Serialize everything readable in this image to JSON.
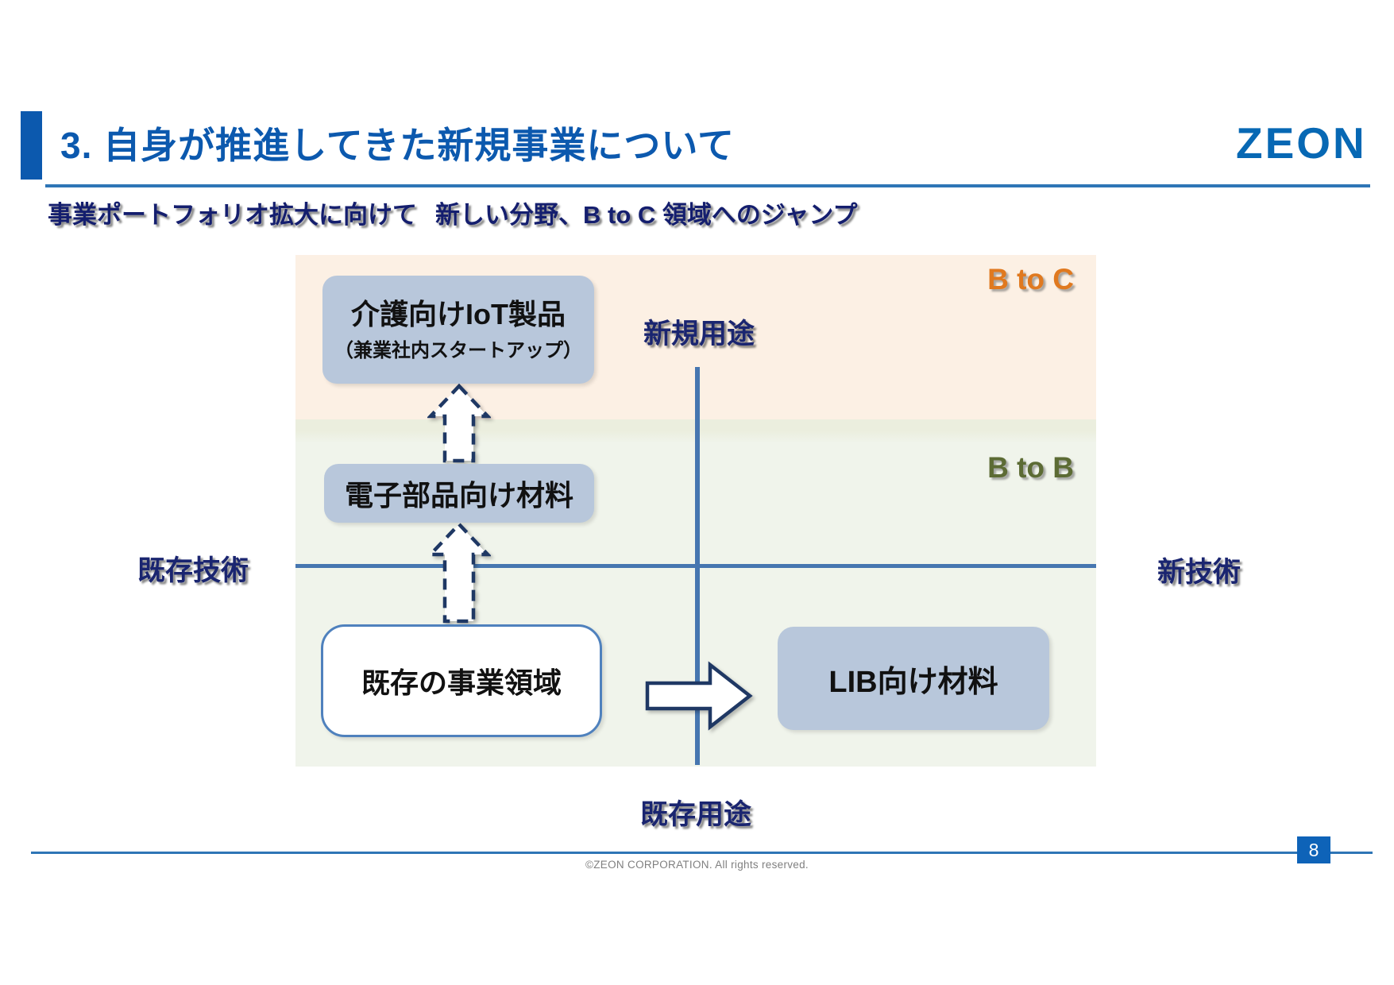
{
  "header": {
    "title": "3. 自身が推進してきた新規事業について",
    "logo": "ZEON"
  },
  "subtitles": {
    "left": "事業ポートフォリオ拡大に向けて",
    "right": "新しい分野、B to C 領域へのジャンプ"
  },
  "matrix": {
    "regions": {
      "btoc_label": "B to C",
      "btob_label": "B to B"
    },
    "axes": {
      "top_label": "新規用途",
      "bottom_label": "既存用途",
      "left_label": "既存技術",
      "right_label": "新技術"
    },
    "boxes": {
      "iot_line1": "介護向けIoT製品",
      "iot_line2": "（兼業社内スタートアップ）",
      "electronics": "電子部品向け材料",
      "existing": "既存の事業領域",
      "lib": "LIB向け材料"
    }
  },
  "footer": {
    "copyright": "©ZEON CORPORATION. All rights reserved.",
    "page_number": "8"
  },
  "colors": {
    "title_blue": "#0C59AE",
    "logo_blue": "#0768B4",
    "subtitle_navy": "#141E6E",
    "label_navy": "#1A2570",
    "accent_line_blue": "#2E75B6",
    "axis_blue": "#4676B0",
    "btoc_orange": "#E0791F",
    "btob_olive": "#5C6B34",
    "box_fill_bluegray": "#B8C7DB",
    "existing_box_border": "#4F81BD",
    "region_peach": "#FCF0E4",
    "region_green": "#F0F4EB",
    "arrow_outline_navy": "#1F3864",
    "page_badge_blue": "#0E63B8"
  }
}
